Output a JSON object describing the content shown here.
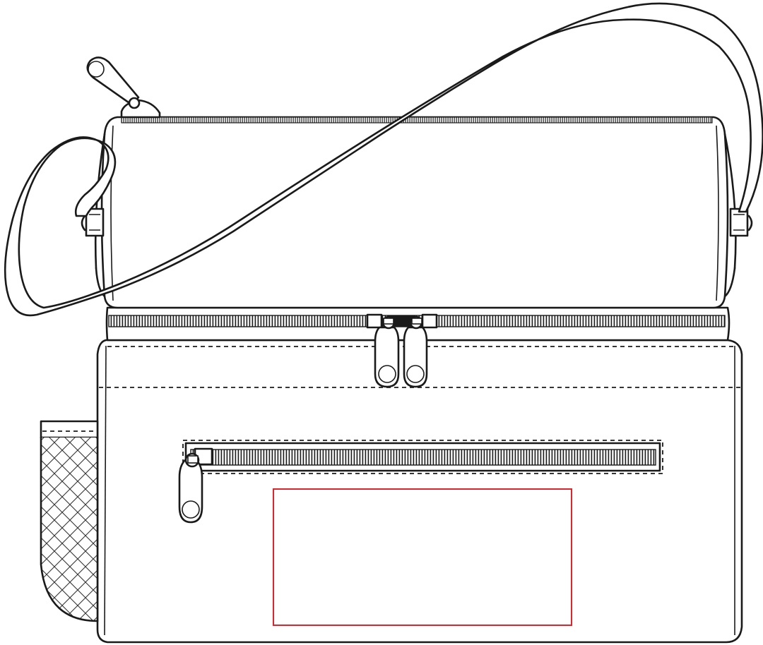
{
  "image": {
    "subject": "cooler-bag-template",
    "colors": {
      "background": "#ffffff",
      "line": "#1a1a1a",
      "imprint_area": "#e0242b",
      "mesh": "#333333"
    },
    "parts": {
      "top_compartment_zipper_pulls": 1,
      "middle_zipper_pulls": 2,
      "front_pocket_zipper_pulls": 1,
      "side_mesh_pocket": true,
      "shoulder_strap": true
    },
    "icons": [
      "zipper-pull-icon",
      "mesh-pocket-icon",
      "strap-buckle-icon"
    ]
  }
}
